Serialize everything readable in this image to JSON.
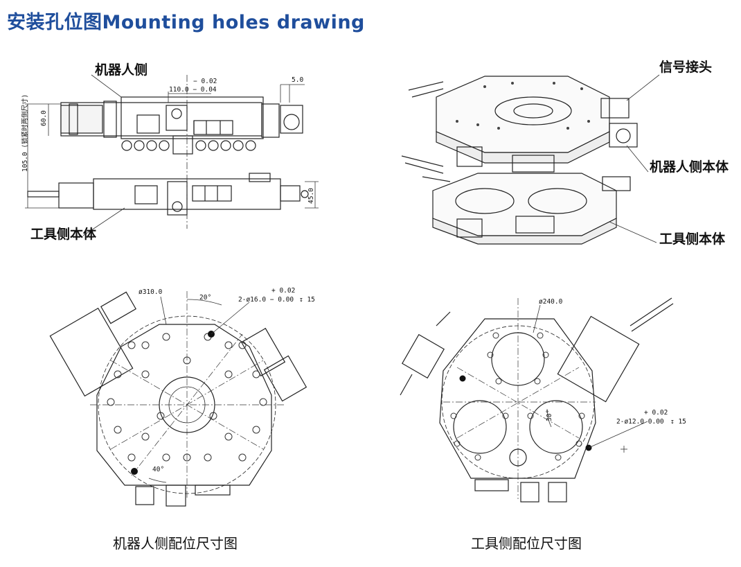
{
  "title": "安装孔位图Mounting holes drawing",
  "labels": {
    "robot_side": "机器人侧",
    "tool_side_body": "工具侧本体",
    "signal_connector": "信号接头",
    "robot_side_body": "机器人侧本体",
    "tool_side_body_3d": "工具侧本体"
  },
  "dims": {
    "tol_upper": "− 0.02",
    "tol_lower": "110.0  − 0.04",
    "d5": "5.0",
    "d60": "60.0",
    "d105": "105.0 (锁紧时两侧尺寸)",
    "d45": "45.0",
    "phi310": "ø310.0",
    "angle20": "20°",
    "hole_tol_upper": "+ 0.02",
    "hole16": "2-ø16.0 − 0.00",
    "depth15": "↧ 15",
    "angle40": "40°",
    "phi240": "ø240.0",
    "angle30": "30°",
    "hole12_upper": "+ 0.02",
    "hole12": "2-ø12.0     0.00",
    "depth15b": "↧ 15"
  },
  "captions": {
    "robot_layout": "机器人侧配位尺寸图",
    "tool_layout": "工具侧配位尺寸图"
  }
}
